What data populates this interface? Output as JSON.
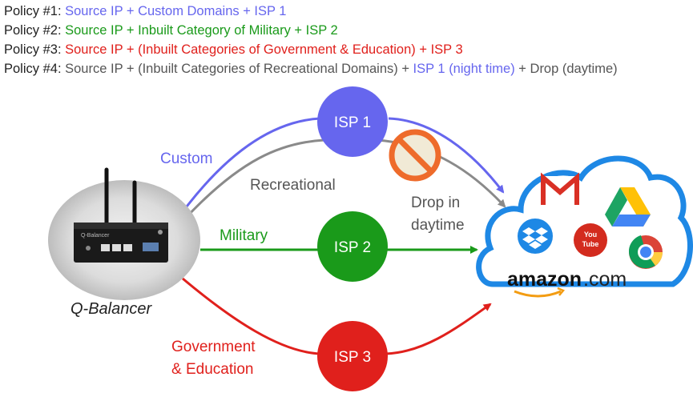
{
  "colors": {
    "purple": "#6666ee",
    "green": "#1a9a1a",
    "red": "#e0201c",
    "gray": "#555555",
    "cloud_border": "#1e88e5"
  },
  "policies": [
    {
      "segments": [
        {
          "text": "Policy #1: ",
          "color": "#222222"
        },
        {
          "text": "Source IP + Custom Domains + ISP 1",
          "color": "#6666ee"
        }
      ]
    },
    {
      "segments": [
        {
          "text": "Policy #2: ",
          "color": "#222222"
        },
        {
          "text": "Source IP + Inbuilt Category of Military + ISP 2",
          "color": "#1a9a1a"
        }
      ]
    },
    {
      "segments": [
        {
          "text": "Policy #3: ",
          "color": "#222222"
        },
        {
          "text": "Source IP + (Inbuilt Categories of Government & Education) + ISP 3",
          "color": "#e0201c"
        }
      ]
    },
    {
      "segments": [
        {
          "text": "Policy #4: ",
          "color": "#222222"
        },
        {
          "text": "Source IP + (Inbuilt Categories of Recreational Domains) + ",
          "color": "#555555"
        },
        {
          "text": "ISP 1 (night time)",
          "color": "#6666ee"
        },
        {
          "text": " + Drop (daytime)",
          "color": "#555555"
        }
      ]
    }
  ],
  "isps": [
    {
      "label": "ISP 1",
      "color": "#6666ee"
    },
    {
      "label": "ISP 2",
      "color": "#1a9a1a"
    },
    {
      "label": "ISP 3",
      "color": "#e0201c"
    }
  ],
  "route_labels": {
    "custom": "Custom",
    "recreational": "Recreational",
    "drop": "Drop in\ndaytime",
    "military": "Military",
    "government": "Government\n& Education"
  },
  "device": {
    "name": "Q-Balancer",
    "brand_text": "Q-Balancer"
  },
  "cloud_services": [
    {
      "name": "Gmail",
      "icon": "gmail-icon"
    },
    {
      "name": "Google Drive",
      "icon": "google-drive-icon"
    },
    {
      "name": "Dropbox",
      "icon": "dropbox-icon"
    },
    {
      "name": "YouTube",
      "icon": "youtube-icon",
      "text": "You\nTube"
    },
    {
      "name": "Chrome",
      "icon": "chrome-icon"
    },
    {
      "name": "Amazon",
      "icon": "amazon-logo",
      "text": "amazon",
      "suffix": ".com"
    }
  ]
}
